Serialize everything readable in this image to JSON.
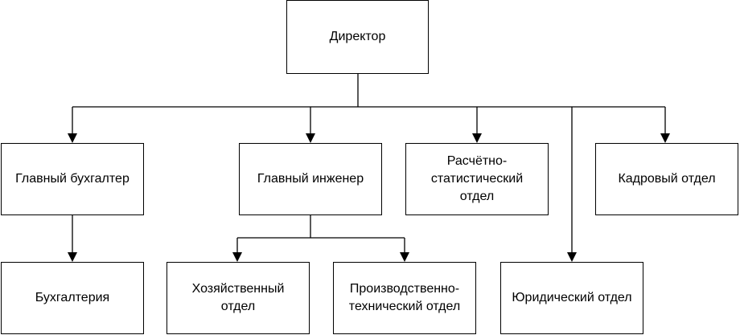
{
  "diagram": {
    "nodes": {
      "director": "Директор",
      "chief_accountant": "Главный бухгалтер",
      "chief_engineer": "Главный инженер",
      "calc_stat_dept": "Расчётно-\nстатистический\nотдел",
      "hr_dept": "Кадровый отдел",
      "accounting": "Бухгалтерия",
      "household_dept": "Хозяйственный\nотдел",
      "production_tech_dept": "Производственно-\nтехнический отдел",
      "legal_dept": "Юридический отдел"
    }
  }
}
